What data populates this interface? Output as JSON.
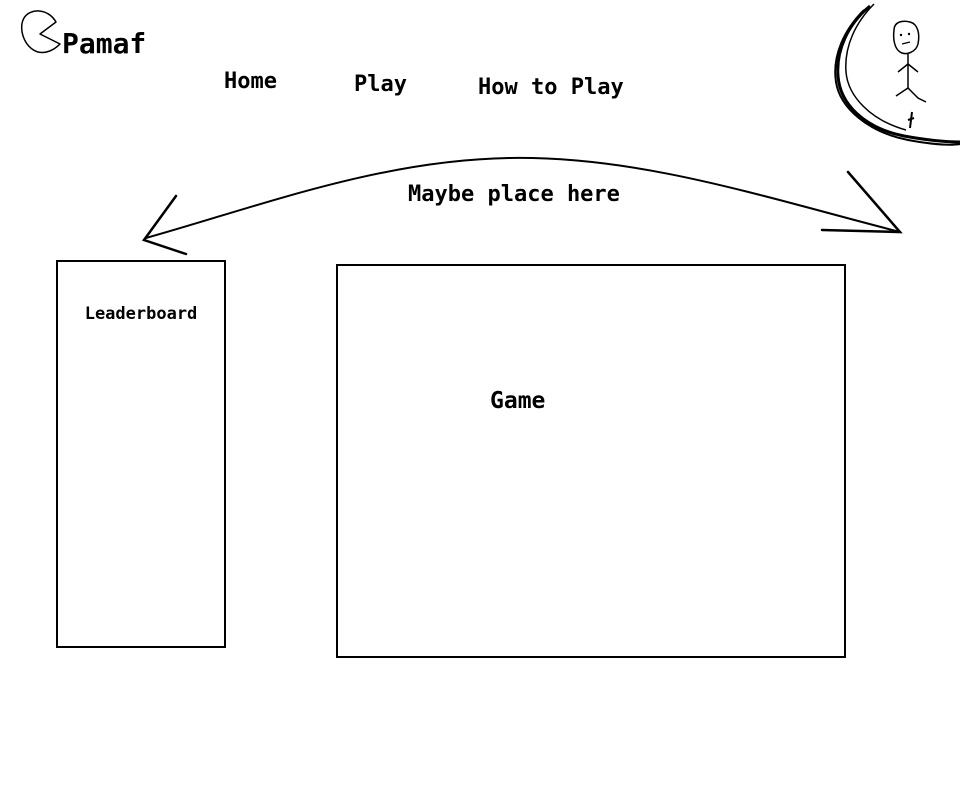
{
  "brand": {
    "logo_icon": "pacman-icon",
    "name": "Pamaf"
  },
  "nav": {
    "items": [
      {
        "label": "Home"
      },
      {
        "label": "Play"
      },
      {
        "label": "How to Play"
      }
    ]
  },
  "profile": {
    "icon": "stick-figure-avatar-icon"
  },
  "annotation": {
    "text": "Maybe place here",
    "icon": "double-arrow-icon"
  },
  "leaderboard": {
    "title": "Leaderboard"
  },
  "game": {
    "title": "Game"
  },
  "colors": {
    "ink": "#000000",
    "background": "#ffffff"
  }
}
